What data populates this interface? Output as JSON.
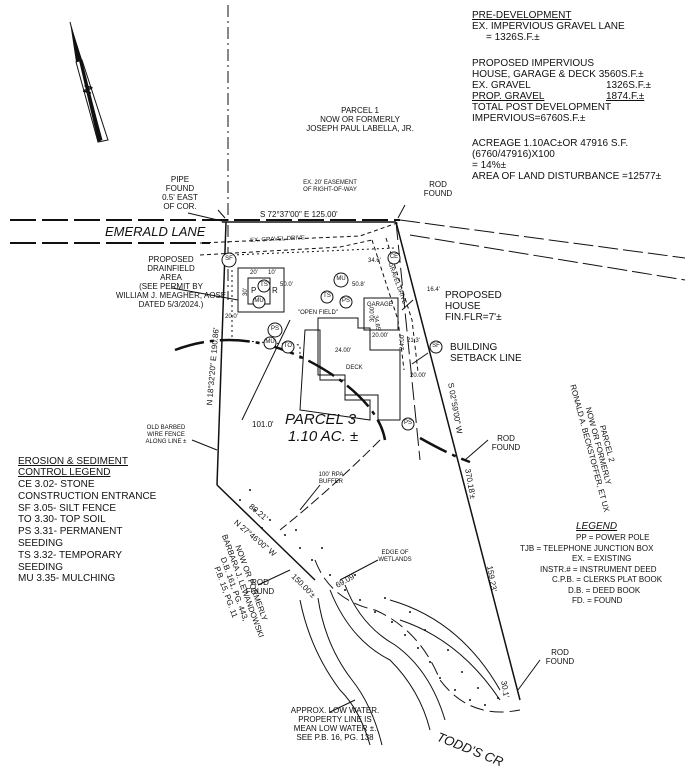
{
  "summary": {
    "pre_title": "PRE-DEVELOPMENT",
    "pre_line1": "EX. IMPERVIOUS GRAVEL LANE",
    "pre_line2": "= 1326S.F.±",
    "prop_line1": "PROPOSED IMPERVIOUS",
    "prop_line2": "HOUSE, GARAGE & DECK 3560S.F.±",
    "ex_gravel_label": "EX. GRAVEL",
    "ex_gravel_value": "1326S.F.±",
    "prop_gravel_label": "PROP. GRAVEL",
    "prop_gravel_value": "1874.F.±",
    "total_line1": "TOTAL POST DEVELOPMENT",
    "total_line2": "IMPERVIOUS=6760S.F.±",
    "acreage_line1": "ACREAGE 1.10AC±OR 47916 S.F.",
    "acreage_line2": "(6760/47916)X100",
    "acreage_line3": "= 14%±",
    "disturbance": "AREA OF LAND DISTURBANCE =12577±"
  },
  "parcel1": [
    "PARCEL 1",
    "NOW OR FORMERLY",
    "JOSEPH PAUL LABELLA, JR."
  ],
  "pipe_found": [
    "PIPE",
    "FOUND",
    "0.5' EAST",
    "OF COR."
  ],
  "easement": [
    "EX. 20' EASEMENT",
    "OF RIGHT-OF-WAY"
  ],
  "rod_found": "ROD\nFOUND",
  "rod_found_lines": [
    "ROD",
    "FOUND"
  ],
  "bearing_top": "S 72°37'00\" E 125.00'",
  "emerald_lane": "EMERALD LANE",
  "ex_gravel_drive": "EX. GRAVEL DRIVE",
  "drainfield": [
    "PROPOSED",
    "DRAINFIELD",
    "AREA",
    "(SEE PERMIT BY",
    "WILLIAM J. MEAGHER, AOSE",
    "DATED 5/3/2024.)"
  ],
  "proposed_house": [
    "PROPOSED",
    "HOUSE",
    "FIN.FLR=7'±"
  ],
  "building_setback": [
    "BUILDING",
    "SETBACK LINE"
  ],
  "parcel3_name": "PARCEL 3",
  "parcel3_area": "1.10 AC. ±",
  "parcel2": [
    "PARCEL 2",
    "NOW OR FORMERLY",
    "RONALD A. BECKSTOFFER, ET UX"
  ],
  "barbed_fence": [
    "OLD BARBED",
    "WIRE FENCE",
    "ALONG LINE ±"
  ],
  "rpa_buffer": [
    "100' RPA",
    "BUFFER"
  ],
  "edge_wetlands": [
    "EDGE OF",
    "WETLANDS"
  ],
  "parcel_south": [
    "NOW OR FORMERLY",
    "BARBARA J. LEWANDOWSKI",
    "D.B. 161, PG. 443,",
    "P.B. 15, PG. 11"
  ],
  "low_water": [
    "APPROX. LOW WATER.",
    "PROPERTY LINE IS",
    "MEAN LOW WATER ±.",
    "SEE P.B. 16, PG. 138"
  ],
  "todds_creek": "TODD'S CR",
  "open_field": "\"OPEN FIELD\"",
  "deck": "DECK",
  "garage": "GARAGE",
  "gravel_drive": "GRAVEL DRIVE",
  "bearings": {
    "west": "N 18°32'20\" E 190.86'",
    "east": "S 02°59'00\" W",
    "east_len": "370.18'±",
    "east_len2": "159.23'",
    "south_bearing": "N 27°46'00\" W",
    "south_len": "150.00'±",
    "seg_a": "80.21'",
    "seg_b": "69.09'",
    "seg_c": "30.1'"
  },
  "dims": {
    "d20a": "20'",
    "d10": "10'",
    "d30": "30'",
    "d50": "50.0'",
    "d508": "50.8'",
    "d200": "20.0'",
    "d200b": "20.00'",
    "d240": "24.00'",
    "d240b": "24.00'",
    "d3000": "30.00'",
    "d3485": "34.85'",
    "d213": "21.3'",
    "d164": "16.4'",
    "d346": "34.6'",
    "d101": "101.0'",
    "d2000b": "20.00'"
  },
  "symbols": {
    "sf": "SF",
    "ts": "TS",
    "mu": "MU",
    "ps": "PS",
    "to": "TO",
    "p": "P",
    "r": "R",
    "ce": "CE"
  },
  "erosion_legend": {
    "title1": "EROSION & SEDIMENT",
    "title2": "CONTROL LEGEND",
    "items": [
      "CE    3.02-  STONE",
      "CONSTRUCTION ENTRANCE",
      "SF    3.05-  SILT FENCE",
      "TO    3.30-  TOP SOIL",
      "PS    3.31-  PERMANENT",
      "SEEDING",
      "TS    3.32-  TEMPORARY",
      "SEEDING",
      "MU   3.35-  MULCHING"
    ]
  },
  "abbrev_legend": {
    "title": "LEGEND",
    "items": [
      "PP = POWER POLE",
      "TJB = TELEPHONE JUNCTION BOX",
      "EX. = EXISTING",
      "INSTR.# = INSTRUMENT DEED",
      "C.P.B. = CLERKS PLAT BOOK",
      "D.B. = DEED BOOK",
      "FD. = FOUND"
    ]
  },
  "north_label": "N"
}
